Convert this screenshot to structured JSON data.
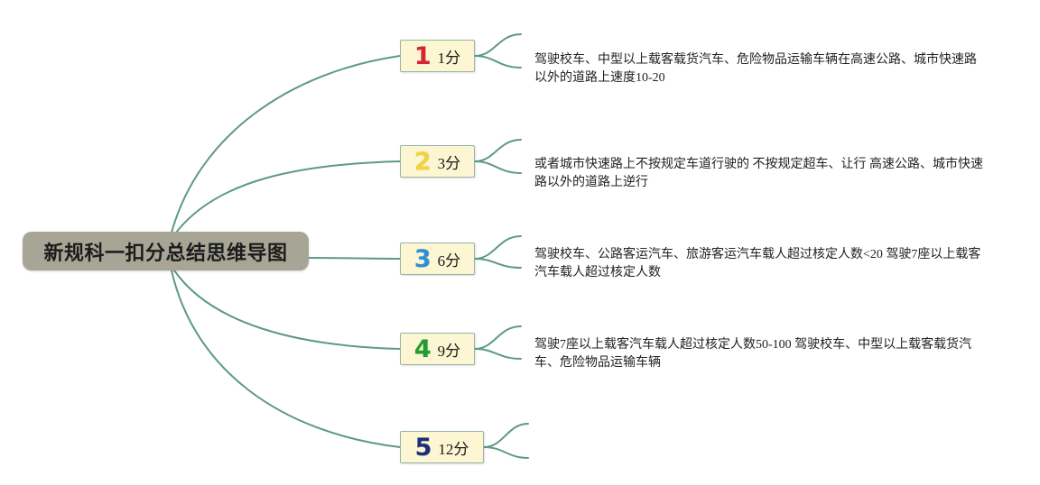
{
  "central": {
    "title": "新规科一扣分总结思维导图"
  },
  "colors": {
    "line": "#5e9986",
    "central_bg": "#a7a696",
    "topic_bg": "#fdf6d3",
    "topic_border": "#94b3a5"
  },
  "topics": [
    {
      "number": "1",
      "number_color": "#d7262e",
      "label": "1分",
      "detail": [
        "驾驶校车、中型以上载客载货汽车、危险物品运输车辆在高速公路、城市快速路",
        "以外的道路上速度10-20"
      ]
    },
    {
      "number": "2",
      "number_color": "#f2d43c",
      "label": "3分",
      "detail": [
        "或者城市快速路上不按规定车道行驶的 不按规定超车、让行 高速公路、城市快速",
        "路以外的道路上逆行"
      ]
    },
    {
      "number": "3",
      "number_color": "#2e8fd8",
      "label": "6分",
      "detail": [
        "驾驶校车、公路客运汽车、旅游客运汽车载人超过核定人数<20 驾驶7座以上载客",
        "汽车载人超过核定人数"
      ]
    },
    {
      "number": "4",
      "number_color": "#1f9e2f",
      "label": "9分",
      "detail": [
        "驾驶7座以上载客汽车载人超过核定人数50-100 驾驶校车、中型以上载客载货汽",
        "车、危险物品运输车辆"
      ]
    },
    {
      "number": "5",
      "number_color": "#1e2d79",
      "label": "12分",
      "detail": []
    }
  ]
}
